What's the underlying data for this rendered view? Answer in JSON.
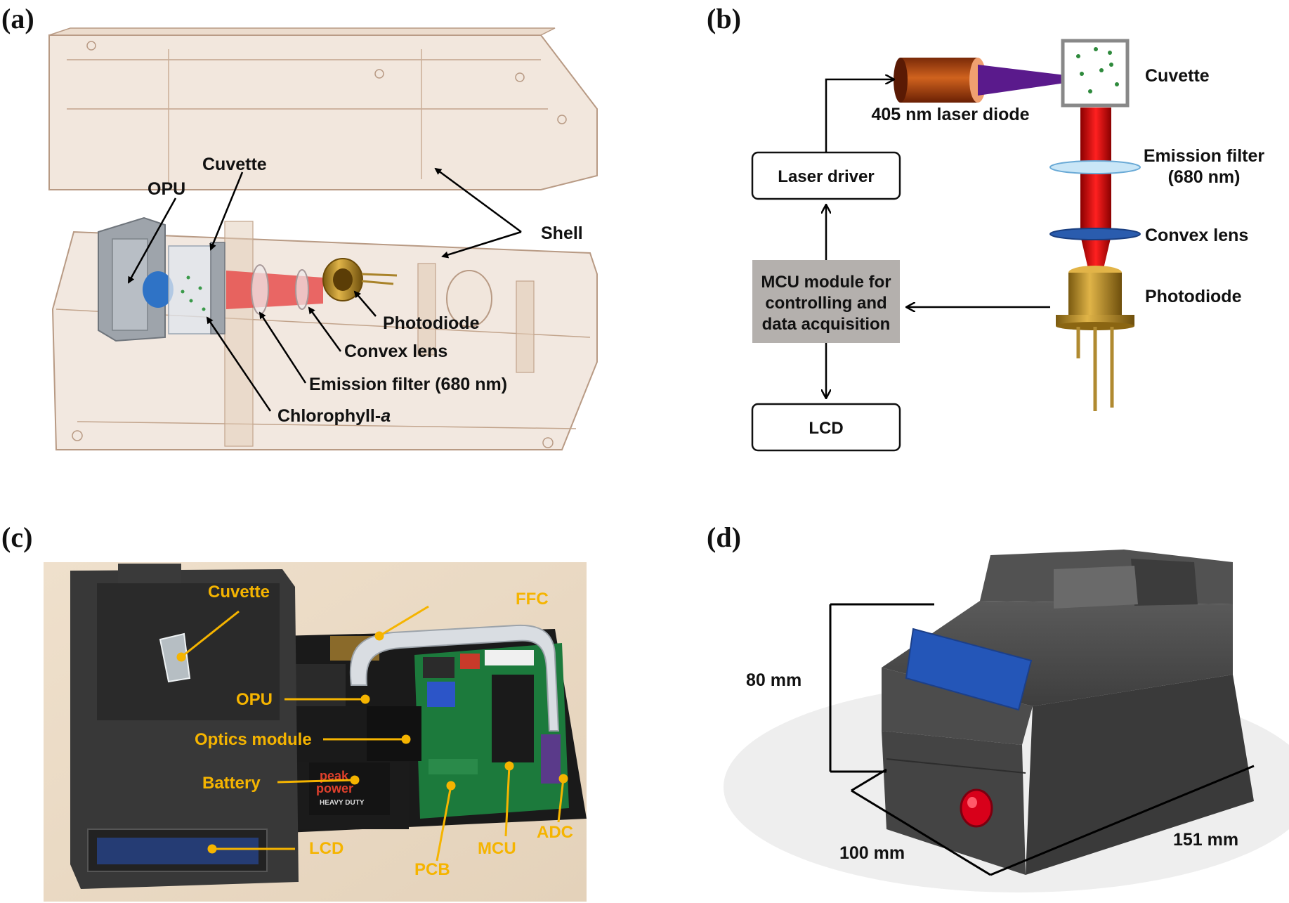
{
  "panels": {
    "a": {
      "tag": "(a)",
      "labels": {
        "cuvette": "Cuvette",
        "opu": "OPU",
        "shell": "Shell",
        "photodiode": "Photodiode",
        "convex_lens": "Convex lens",
        "emission_filter": "Emission filter (680 nm)",
        "chlorophyll_main": "Chlorophyll-",
        "chlorophyll_italic": "a"
      }
    },
    "b": {
      "tag": "(b)",
      "labels": {
        "laser_diode": "405 nm laser diode",
        "cuvette": "Cuvette",
        "emission_filter_1": "Emission filter",
        "emission_filter_2": "(680 nm)",
        "convex_lens": "Convex lens",
        "photodiode": "Photodiode"
      },
      "boxes": {
        "laser_driver": "Laser driver",
        "mcu_1": "MCU module for",
        "mcu_2": "controlling and",
        "mcu_3": "data acquisition",
        "lcd": "LCD"
      }
    },
    "c": {
      "tag": "(c)",
      "labels": {
        "cuvette": "Cuvette",
        "ffc": "FFC",
        "opu": "OPU",
        "optics": "Optics module",
        "battery": "Battery",
        "lcd": "LCD",
        "pcb": "PCB",
        "mcu": "MCU",
        "adc": "ADC"
      },
      "battery_brand_1": "peak",
      "battery_brand_2": "power",
      "battery_sub": "HEAVY DUTY"
    },
    "d": {
      "tag": "(d)",
      "dims": {
        "height": "80 mm",
        "width": "100 mm",
        "length": "151 mm"
      }
    }
  },
  "colors": {
    "label_orange": "#f5b400",
    "laser_red": "#d40000",
    "laser_violet": "#5a1a8c",
    "mcu_box_gray": "#b4b0ad",
    "device_gray": "#4a4a4a",
    "lcd_blue": "#2456b8",
    "button_red": "#d8001a"
  }
}
